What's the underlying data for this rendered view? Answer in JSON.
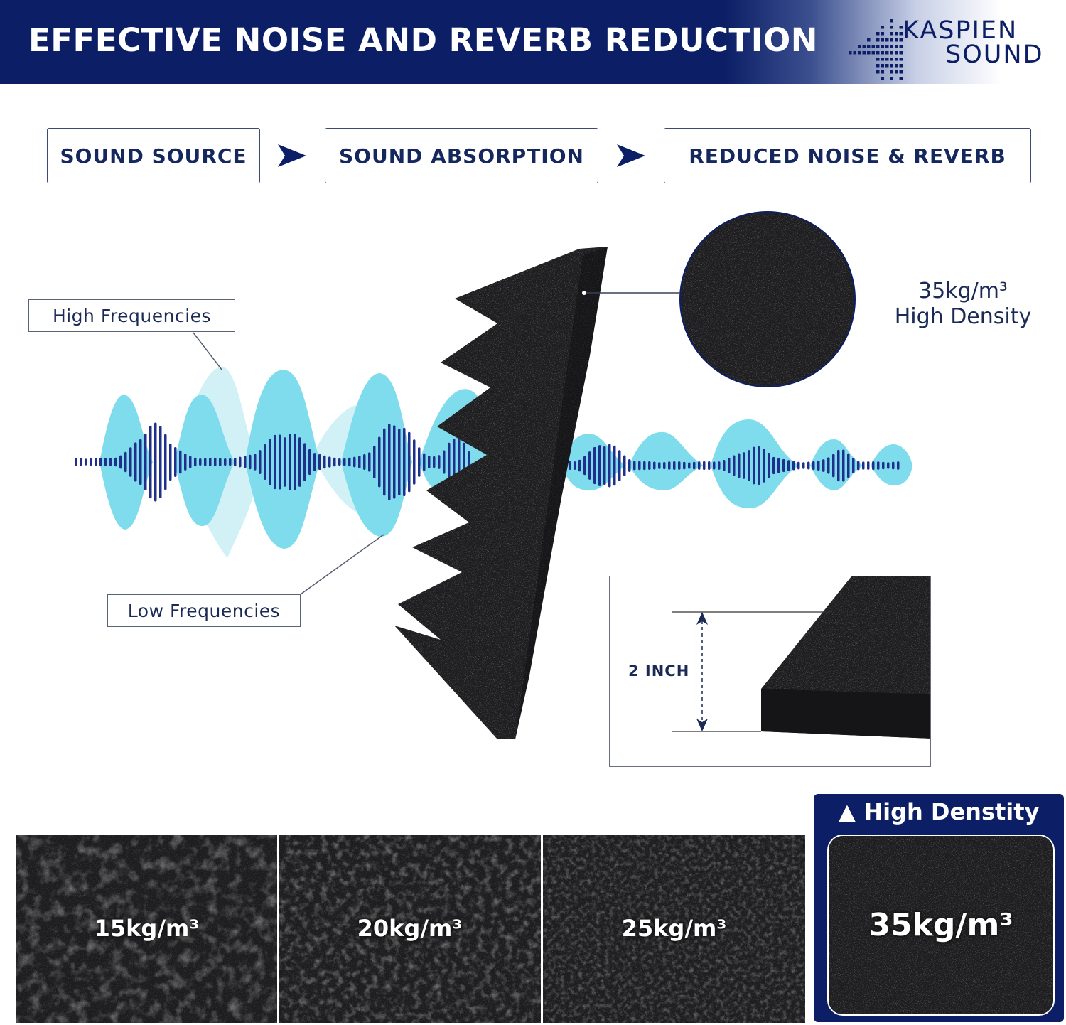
{
  "header": {
    "title": "EFFECTIVE NOISE AND REVERB REDUCTION",
    "brand_line1": "KASPIEN",
    "brand_line2": "SOUND",
    "brand_color": "#0c1f66"
  },
  "flow": {
    "steps": [
      "SOUND SOURCE",
      "SOUND ABSORPTION",
      "REDUCED NOISE & REVERB"
    ],
    "arrow_icon": "arrow-right-icon"
  },
  "diagram": {
    "high_label": "High Frequencies",
    "low_label": "Low Frequencies",
    "density_value": "35kg/m³",
    "density_caption": "High Density",
    "thickness_label": "2 INCH",
    "wave_colors": {
      "light": "#7fdcec",
      "dark": "#1f2f8c"
    }
  },
  "comparison": {
    "swatches": [
      "15kg/m³",
      "20kg/m³",
      "25kg/m³"
    ],
    "highlight_title": "▲ High Denstity",
    "highlight_value": "35kg/m³"
  }
}
